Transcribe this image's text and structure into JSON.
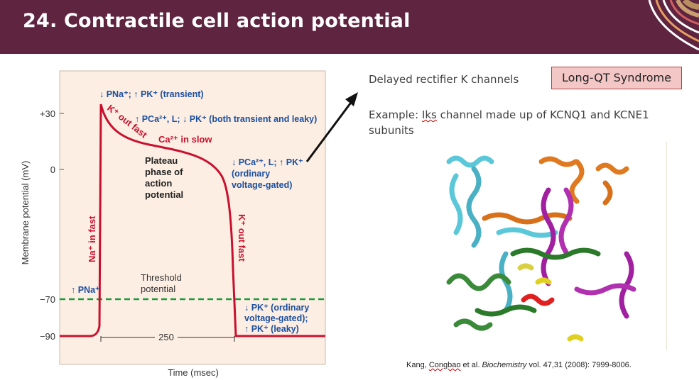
{
  "slide": {
    "title": "24. Contractile cell action potential",
    "header_color": "#5e2440"
  },
  "figure": {
    "y_axis_label": "Membrane potential (mV)",
    "x_axis_label": "Time (msec)",
    "y_ticks": [
      "+30",
      "0",
      "−70",
      "−90"
    ],
    "scale_bar_label": "250",
    "threshold_label_1": "Threshold",
    "threshold_label_2": "potential",
    "plateau_1": "Plateau",
    "plateau_2": "phase of",
    "plateau_3": "action",
    "plateau_4": "potential",
    "na_in_fast": "Na⁺ in fast",
    "k_out_fast_top": "K⁺ out fast",
    "k_out_fast_right": "K⁺ out fast",
    "ca_in_slow": "Ca²⁺ in slow",
    "ann_top": "↓ Pₙₐ⁺; ↑ Pₖ⁺ (transient)",
    "ann_top_text": "↓ PNa⁺; ↑ PK⁺ (transient)",
    "ann_ca": "↑ PCa²⁺, L; ↓ PK⁺ (both transient and leaky)",
    "ann_right_1": "↓ PCa²⁺, L; ↑ PK⁺",
    "ann_right_2": "(ordinary",
    "ann_right_3": "voltage-gated)",
    "ann_na_thr": "↑ PNa⁺",
    "ann_bottom_1": "↓ PK⁺ (ordinary",
    "ann_bottom_2": "voltage-gated);",
    "ann_bottom_3": "↑ PK⁺ (leaky)",
    "colors": {
      "curve": "#c8102e",
      "blue": "#1a4fa0",
      "threshold": "#1a9a3a",
      "background": "#fdeee3"
    }
  },
  "right": {
    "line1": "Delayed rectifier K channels",
    "badge": "Long-QT Syndrome",
    "example_prefix": "Example: ",
    "example_iks": "Iks",
    "example_rest": " channel made up of KCNQ1 and KCNE1",
    "example_line2": "subunits"
  },
  "citation": {
    "prefix": "Kang, ",
    "author_underlined": "Congbao",
    "middle": " et al. ",
    "journal": "Biochemistry",
    "rest": " vol. 47,31 (2008): 7999-8006."
  }
}
